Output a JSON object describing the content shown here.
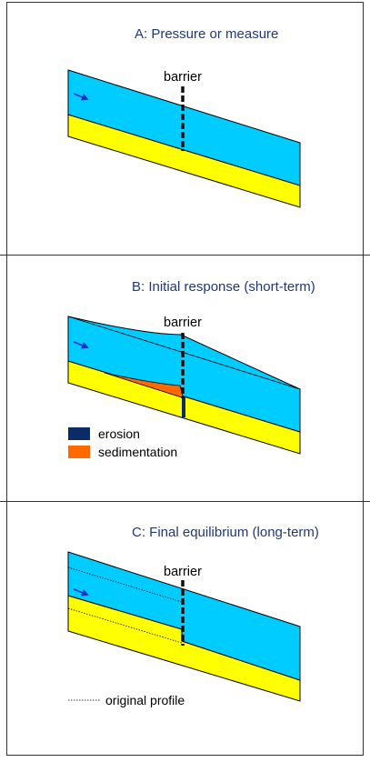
{
  "panels": [
    {
      "title": "A: Pressure or measure",
      "barrier_label": "barrier"
    },
    {
      "title": "B: Initial response (short-term)",
      "barrier_label": "barrier",
      "legend": [
        {
          "label": "erosion",
          "color": "#0b2a66"
        },
        {
          "label": "sedimentation",
          "color": "#ff6a00"
        }
      ]
    },
    {
      "title": "C: Final equilibrium (long-term)",
      "barrier_label": "barrier",
      "legend": [
        {
          "label": "original profile",
          "style": "dotted"
        }
      ]
    }
  ],
  "colors": {
    "water": "#00ccff",
    "sediment": "#ffff00",
    "erosion": "#0b2a66",
    "sedimentation": "#ff6a00",
    "flow_arrow": "#1a33cc",
    "title": "#1f3a73"
  }
}
